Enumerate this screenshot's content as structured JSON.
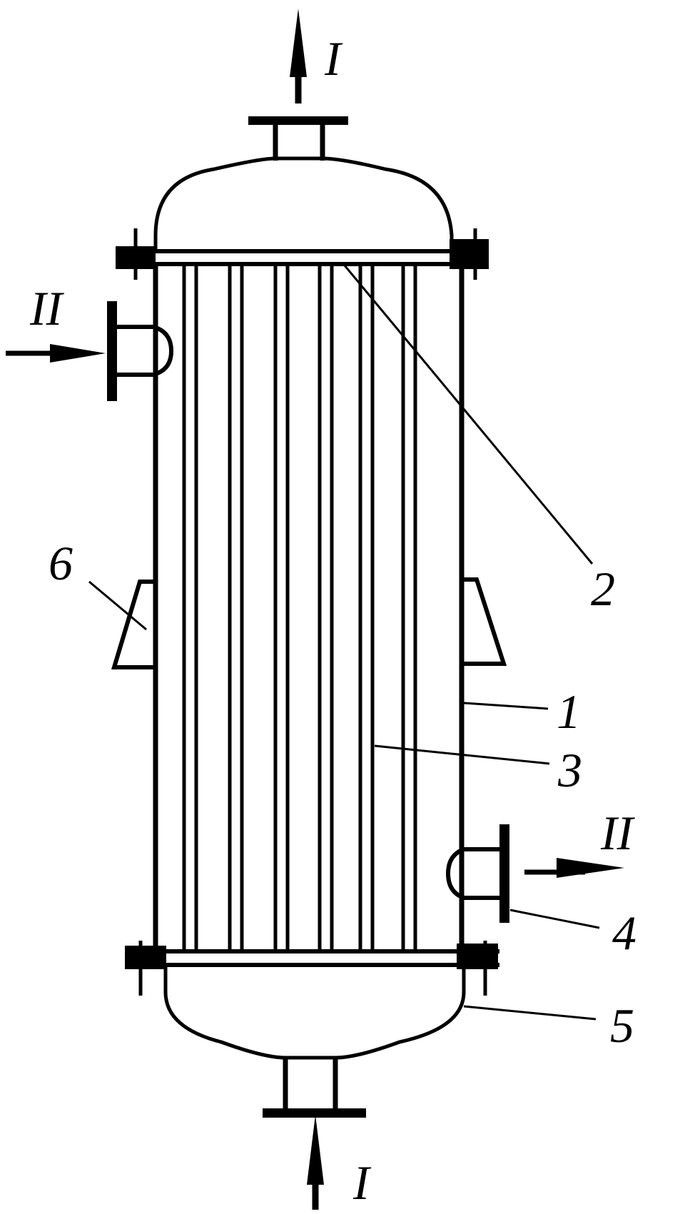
{
  "flows": {
    "tube_side": "I",
    "shell_side": "II"
  },
  "callouts": {
    "shell": "1",
    "tube_sheet": "2",
    "tube": "3",
    "shell_outlet_nozzle": "4",
    "bottom_head": "5",
    "support_lug": "6"
  },
  "colors": {
    "ink": "#000000",
    "background": "#ffffff"
  }
}
